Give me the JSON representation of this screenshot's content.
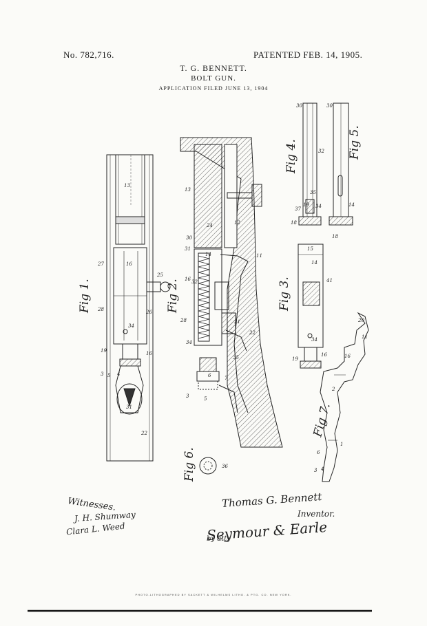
{
  "header": {
    "patent_number": "No. 782,716.",
    "patent_date": "PATENTED FEB. 14, 1905.",
    "inventor": "T. G. BENNETT.",
    "title": "BOLT GUN.",
    "application": "APPLICATION FILED JUNE 13, 1904"
  },
  "figures": {
    "fig1": "Fig 1.",
    "fig2": "Fig 2.",
    "fig3": "Fig 3.",
    "fig4": "Fig 4.",
    "fig5": "Fig 5.",
    "fig6": "Fig 6.",
    "fig7": "Fig 7."
  },
  "reference_numerals": {
    "fig1": [
      "13",
      "27",
      "16",
      "25",
      "28",
      "26",
      "34",
      "19",
      "16",
      "3",
      "5",
      "4",
      "31",
      "22"
    ],
    "fig2": [
      "13",
      "24",
      "12",
      "30",
      "31",
      "14",
      "16",
      "32",
      "28",
      "34",
      "21",
      "11",
      "22",
      "3",
      "5",
      "6",
      "7",
      "35"
    ],
    "fig3": [
      "15",
      "14",
      "34",
      "19",
      "16",
      "41"
    ],
    "fig4": [
      "30",
      "32",
      "35",
      "19",
      "34",
      "37",
      "18"
    ],
    "fig5": [
      "30",
      "14",
      "18"
    ],
    "fig6": [
      "36"
    ],
    "fig7": [
      "20",
      "11",
      "16",
      "2",
      "3",
      "4",
      "6",
      "1"
    ]
  },
  "signatures": {
    "witnesses_label": "Witnesses.",
    "witness_1": "J. H. Shumway",
    "witness_2": "Clara L. Weed",
    "inventor_signature": "Thomas G. Bennett",
    "inventor_label": "Inventor.",
    "attorney_prefix": "by atty",
    "attorney_signature": "Seymour & Earle"
  },
  "printer_line": "PHOTO-LITHOGRAPHED BY SACKETT & WILHELMS LITHO. & PTG. CO. NEW YORK."
}
